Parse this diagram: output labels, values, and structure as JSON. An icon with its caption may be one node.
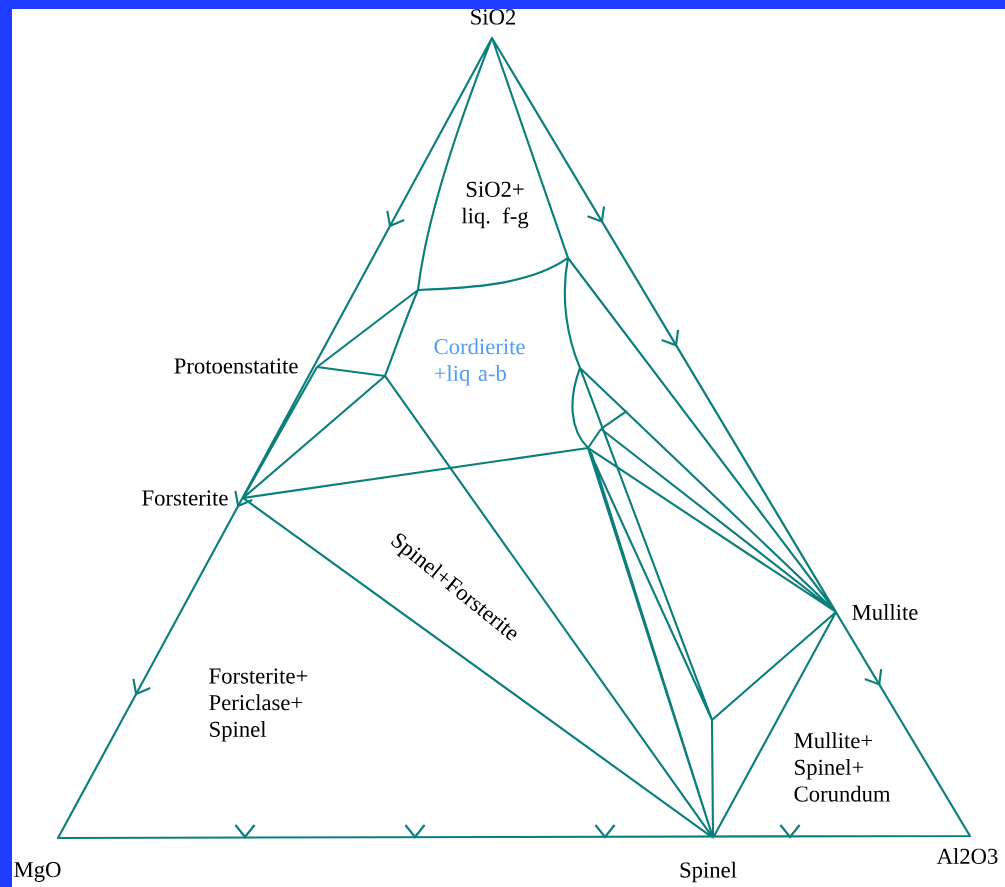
{
  "diagram": {
    "labels": [
      "SiO2",
      "SiO2+ liq. f-g",
      "Cordierite +liq a-b",
      "Protoenstatite",
      "Forsterite",
      "Spinel+Forsterite",
      "Mullite",
      "Forsterite+ Periclase+ Spinel",
      "Mullite+ Spinel+ Corundum",
      "MgO",
      "Spinel",
      "Al2O3"
    ]
  }
}
